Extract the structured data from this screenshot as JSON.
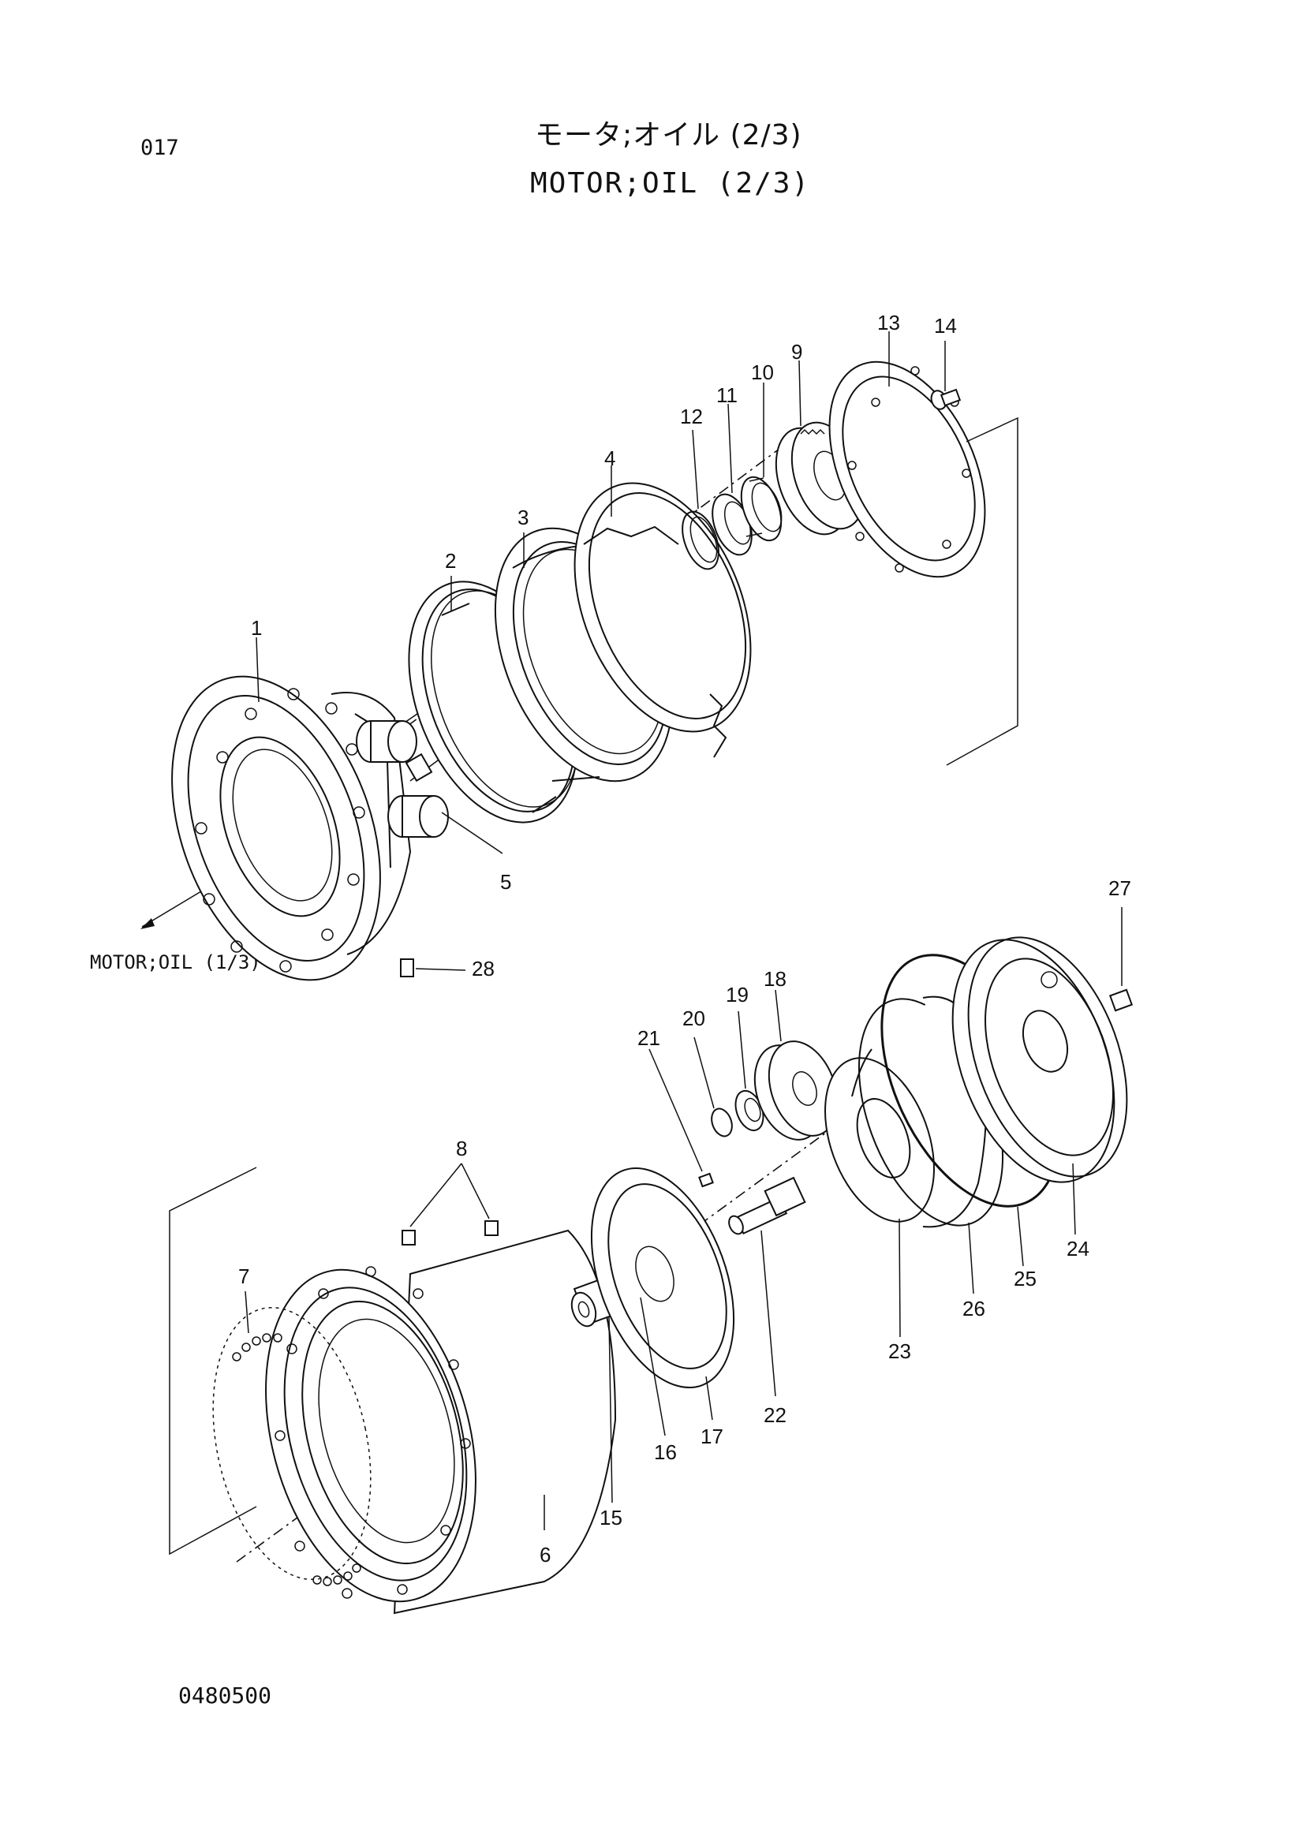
{
  "page": {
    "page_number": "017",
    "title_jp": "モータ;オイル (2/3)",
    "title_en": "MOTOR;OIL (2/3)",
    "reference_text": "MOTOR;OIL (1/3)",
    "drawing_code": "0480500"
  },
  "callouts": [
    "1",
    "2",
    "3",
    "4",
    "5",
    "6",
    "7",
    "8",
    "9",
    "10",
    "11",
    "12",
    "13",
    "14",
    "15",
    "16",
    "17",
    "18",
    "19",
    "20",
    "21",
    "22",
    "23",
    "24",
    "25",
    "26",
    "27",
    "28"
  ]
}
